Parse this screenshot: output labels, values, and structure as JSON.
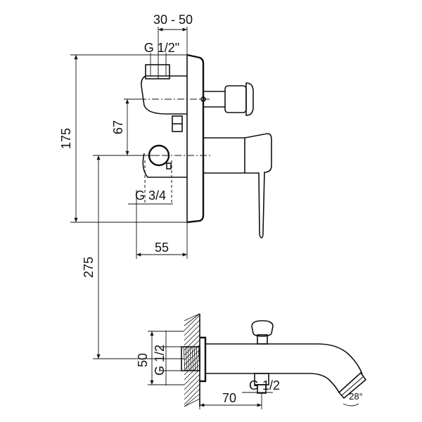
{
  "dimensions": {
    "thread_top": "G 1/2\"",
    "range_top": "30 - 50",
    "height_total": "175",
    "height_mid": "67",
    "thread_mid": "G 3/4",
    "depth": "55",
    "height_spout": "275",
    "spout_offset": "50",
    "thread_wall": "G 1/2",
    "thread_diverter": "G 1/2",
    "spout_projection": "70",
    "spout_angle": "28°"
  }
}
